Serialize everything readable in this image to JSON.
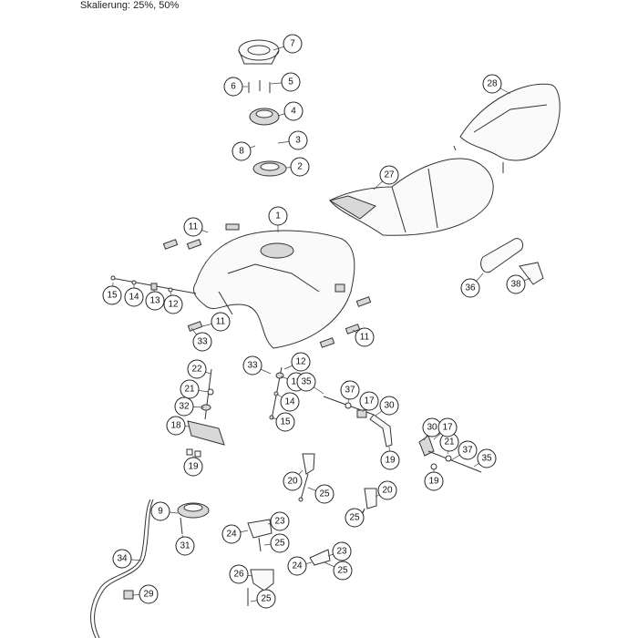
{
  "header": {
    "scale_text": "Skalierung: 25%, 50%"
  },
  "callouts": [
    "7",
    "6",
    "5",
    "4",
    "8",
    "3",
    "2",
    "28",
    "27",
    "1",
    "11",
    "15",
    "14",
    "13",
    "12",
    "11",
    "33",
    "11",
    "36",
    "38",
    "22",
    "21",
    "32",
    "18",
    "19",
    "33",
    "12",
    "13",
    "14",
    "15",
    "35",
    "37",
    "17",
    "30",
    "19",
    "30",
    "21",
    "17",
    "37",
    "35",
    "19",
    "20",
    "25",
    "20",
    "25",
    "9",
    "31",
    "34",
    "29",
    "24",
    "23",
    "25",
    "23",
    "24",
    "25",
    "26",
    "25"
  ]
}
